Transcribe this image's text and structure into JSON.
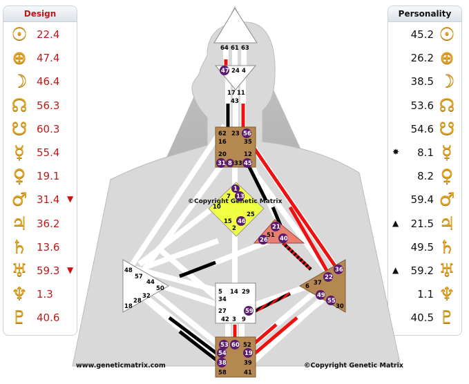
{
  "design": {
    "title": "Design",
    "rows": [
      {
        "planet": "sun-icon",
        "glyph": "☉",
        "value": "22.4",
        "mark": ""
      },
      {
        "planet": "earth-icon",
        "glyph": "⊕",
        "value": "47.4",
        "mark": ""
      },
      {
        "planet": "moon-icon",
        "glyph": "☽",
        "value": "46.4",
        "mark": ""
      },
      {
        "planet": "north-node-icon",
        "glyph": "☊",
        "value": "56.3",
        "mark": ""
      },
      {
        "planet": "south-node-icon",
        "glyph": "☋",
        "value": "60.3",
        "mark": ""
      },
      {
        "planet": "mercury-icon",
        "glyph": "☿",
        "value": "55.4",
        "mark": ""
      },
      {
        "planet": "venus-icon",
        "glyph": "♀",
        "value": "19.1",
        "mark": ""
      },
      {
        "planet": "mars-icon",
        "glyph": "♂",
        "value": "31.4",
        "mark": "▼"
      },
      {
        "planet": "jupiter-icon",
        "glyph": "♃",
        "value": "36.2",
        "mark": ""
      },
      {
        "planet": "saturn-icon",
        "glyph": "♄",
        "value": "13.6",
        "mark": ""
      },
      {
        "planet": "uranus-icon",
        "glyph": "♅",
        "value": "59.3",
        "mark": "▼"
      },
      {
        "planet": "neptune-icon",
        "glyph": "♆",
        "value": "1.3",
        "mark": ""
      },
      {
        "planet": "pluto-icon",
        "glyph": "♇",
        "value": "40.6",
        "mark": ""
      }
    ]
  },
  "personality": {
    "title": "Personality",
    "rows": [
      {
        "planet": "sun-icon",
        "glyph": "☉",
        "value": "45.2",
        "mark": ""
      },
      {
        "planet": "earth-icon",
        "glyph": "⊕",
        "value": "26.2",
        "mark": ""
      },
      {
        "planet": "moon-icon",
        "glyph": "☽",
        "value": "38.5",
        "mark": ""
      },
      {
        "planet": "north-node-icon",
        "glyph": "☊",
        "value": "53.6",
        "mark": ""
      },
      {
        "planet": "south-node-icon",
        "glyph": "☋",
        "value": "54.6",
        "mark": ""
      },
      {
        "planet": "mercury-icon",
        "glyph": "☿",
        "value": "8.1",
        "mark": "✸"
      },
      {
        "planet": "venus-icon",
        "glyph": "♀",
        "value": "8.2",
        "mark": ""
      },
      {
        "planet": "mars-icon",
        "glyph": "♂",
        "value": "59.4",
        "mark": ""
      },
      {
        "planet": "jupiter-icon",
        "glyph": "♃",
        "value": "21.5",
        "mark": "▲"
      },
      {
        "planet": "saturn-icon",
        "glyph": "♄",
        "value": "49.5",
        "mark": ""
      },
      {
        "planet": "uranus-icon",
        "glyph": "♅",
        "value": "59.2",
        "mark": "▲"
      },
      {
        "planet": "neptune-icon",
        "glyph": "♆",
        "value": "1.1",
        "mark": ""
      },
      {
        "planet": "pluto-icon",
        "glyph": "♇",
        "value": "40.5",
        "mark": ""
      }
    ]
  },
  "bodygraph": {
    "watermark": "©Copyright Genetic Matrix",
    "footer_left": "www.geneticmatrix.com",
    "footer_right": "©Copyright Genetic Matrix",
    "colors": {
      "defined": "#ee1111",
      "unconscious": "#000000",
      "channel": "#ffffff"
    },
    "gates": {
      "head": [
        "64",
        "61",
        "63"
      ],
      "ajna": [
        "47",
        "24",
        "4"
      ],
      "throat": [
        "17",
        "11",
        "43",
        "62",
        "23",
        "56",
        "16",
        "35",
        "20",
        "12",
        "31",
        "8",
        "33",
        "45"
      ],
      "g": [
        "1",
        "7",
        "13",
        "10",
        "25",
        "15",
        "46",
        "2"
      ],
      "ego": [
        "21",
        "51",
        "26",
        "40"
      ],
      "spleen": [
        "48",
        "57",
        "44",
        "50",
        "32",
        "28",
        "18"
      ],
      "sacral": [
        "5",
        "14",
        "29",
        "34",
        "27",
        "59",
        "42",
        "3",
        "9"
      ],
      "solar_plexus": [
        "6",
        "37",
        "36",
        "22",
        "49",
        "55",
        "30"
      ],
      "root": [
        "53",
        "60",
        "52",
        "54",
        "19",
        "38",
        "39",
        "58",
        "41"
      ]
    },
    "active_gates": [
      "47",
      "56",
      "31",
      "8",
      "45",
      "1",
      "13",
      "46",
      "21",
      "26",
      "40",
      "59",
      "36",
      "22",
      "49",
      "55",
      "53",
      "60",
      "54",
      "19",
      "38"
    ]
  }
}
